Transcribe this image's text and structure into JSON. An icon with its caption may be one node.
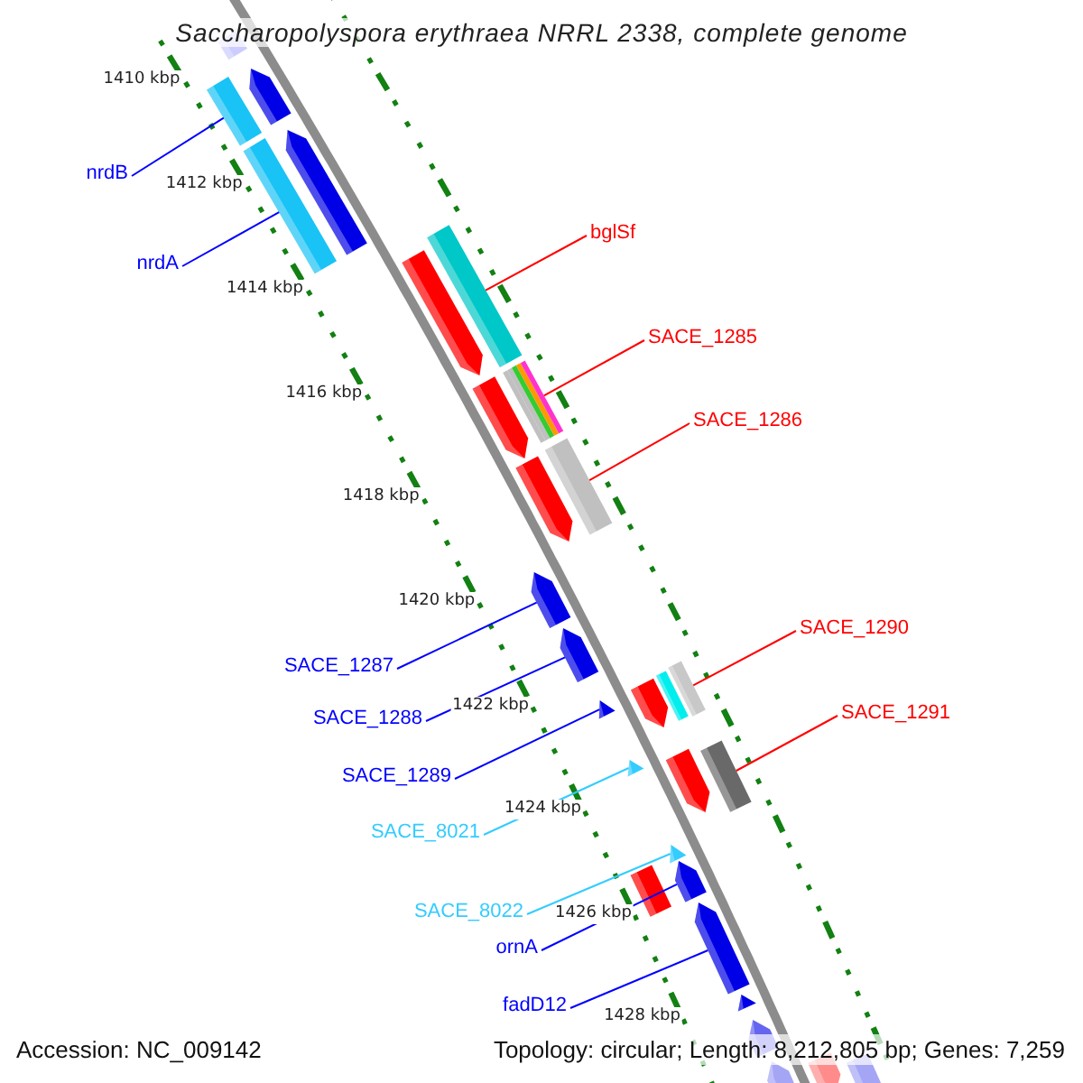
{
  "diagram": {
    "title": "Saccharopolyspora erythraea NRRL 2338, complete genome",
    "nodes": [
      {
        "text": [
          "nrdB"
        ]
      },
      {
        "text": [],
        "shape": "box"
      },
      {
        "text": [
          "nrdA"
        ]
      },
      {
        "text": [],
        "shape": "box"
      },
      {
        "text": [
          "bglSf"
        ]
      },
      {
        "text": [],
        "shape": "box"
      },
      {
        "text": [
          "SACE_1285"
        ]
      },
      {
        "text": [],
        "shape": "box"
      },
      {
        "text": [
          "SACE_1286"
        ]
      },
      {
        "text": [],
        "shape": "box"
      },
      {
        "text": [
          "SACE_1290"
        ]
      },
      {
        "text": [],
        "shape": "box"
      },
      {
        "text": [
          "SACE_1287"
        ]
      },
      {
        "text": [],
        "shape": "arrow"
      },
      {
        "text": [
          "SACE_1291"
        ]
      },
      {
        "text": [],
        "shape": "box"
      },
      {
        "text": [
          "SACE_1288"
        ]
      },
      {
        "text": [],
        "shape": "arrow"
      },
      {
        "text": [
          "SACE_1289"
        ]
      },
      {
        "text": [],
        "shape": "arrow"
      },
      {
        "text": [
          "SACE_8021"
        ]
      },
      {
        "text": [],
        "shape": "arrow"
      },
      {
        "text": [
          "SACE_8022"
        ]
      },
      {
        "text": [],
        "shape": "arrow"
      },
      {
        "text": [
          "ornA"
        ]
      },
      {
        "text": [],
        "shape": "arrow"
      },
      {
        "text": [
          "fadD12"
        ]
      },
      {
        "text": [],
        "shape": "arrow"
      },
      {
        "text": [],
        "shape": "box"
      },
      {
        "text": [],
        "shape": "arrow"
      },
      {
        "text": [],
        "shape": "arrow"
      },
      {
        "text": [],
        "shape": "arrow"
      },
      {
        "text": [],
        "shape": "arrow"
      },
      {
        "text": [],
        "shape": "arrow"
      },
      {
        "text": [],
        "shape": "box"
      },
      {
        "text": [],
        "shape": "arrow"
      },
      {
        "text": [],
        "shape": "arrow"
      },
      {
        "text": [],
        "shape": "box"
      },
      {
        "text": [],
        "shape": "arrow"
      },
      {
        "text": [],
        "shape": "arrow"
      },
      {
        "text": [],
        "shape": "arrow"
      },
      {
        "text": [],
        "shape": "box"
      },
      {
        "text": [],
        "shape": "arrow"
      }
    ],
    "edges": [
      {
        "from": 0,
        "to": 1,
        "arrow": "none"
      },
      {
        "from": 2,
        "to": 3,
        "arrow": "none"
      },
      {
        "from": 4,
        "to": 5,
        "arrow": "none",
        "color": "#ff0000"
      },
      {
        "from": 6,
        "to": 7,
        "arrow": "none",
        "color": "#ff0000"
      },
      {
        "from": 8,
        "to": 9,
        "arrow": "none",
        "color": "#ff0000"
      },
      {
        "from": 10,
        "to": 11,
        "arrow": "none",
        "color": "#ff0000"
      },
      {
        "from": 12,
        "to": 13,
        "arrow": "none"
      },
      {
        "from": 14,
        "to": 15,
        "arrow": "none",
        "color": "#ff0000"
      },
      {
        "from": 16,
        "to": 17,
        "arrow": "none"
      },
      {
        "from": 18,
        "to": 19,
        "arrow": "none"
      },
      {
        "from": 20,
        "to": 21,
        "arrow": "none",
        "color": "#33ccff"
      },
      {
        "from": 22,
        "to": 23,
        "arrow": "none",
        "color": "#33ccff"
      },
      {
        "from": 24,
        "to": 25,
        "arrow": "none"
      },
      {
        "from": 26,
        "to": 27,
        "arrow": "none"
      }
    ],
    "labels": [
      "1410 kbp",
      "1412 kbp",
      "1414 kbp",
      "1416 kbp",
      "1418 kbp",
      "1420 kbp",
      "1422 kbp",
      "1424 kbp",
      "1426 kbp",
      "1428 kbp",
      "Accession: NC_009142",
      "Topology: circular; Length: 8,212,805 bp; Genes: 7,259"
    ]
  }
}
